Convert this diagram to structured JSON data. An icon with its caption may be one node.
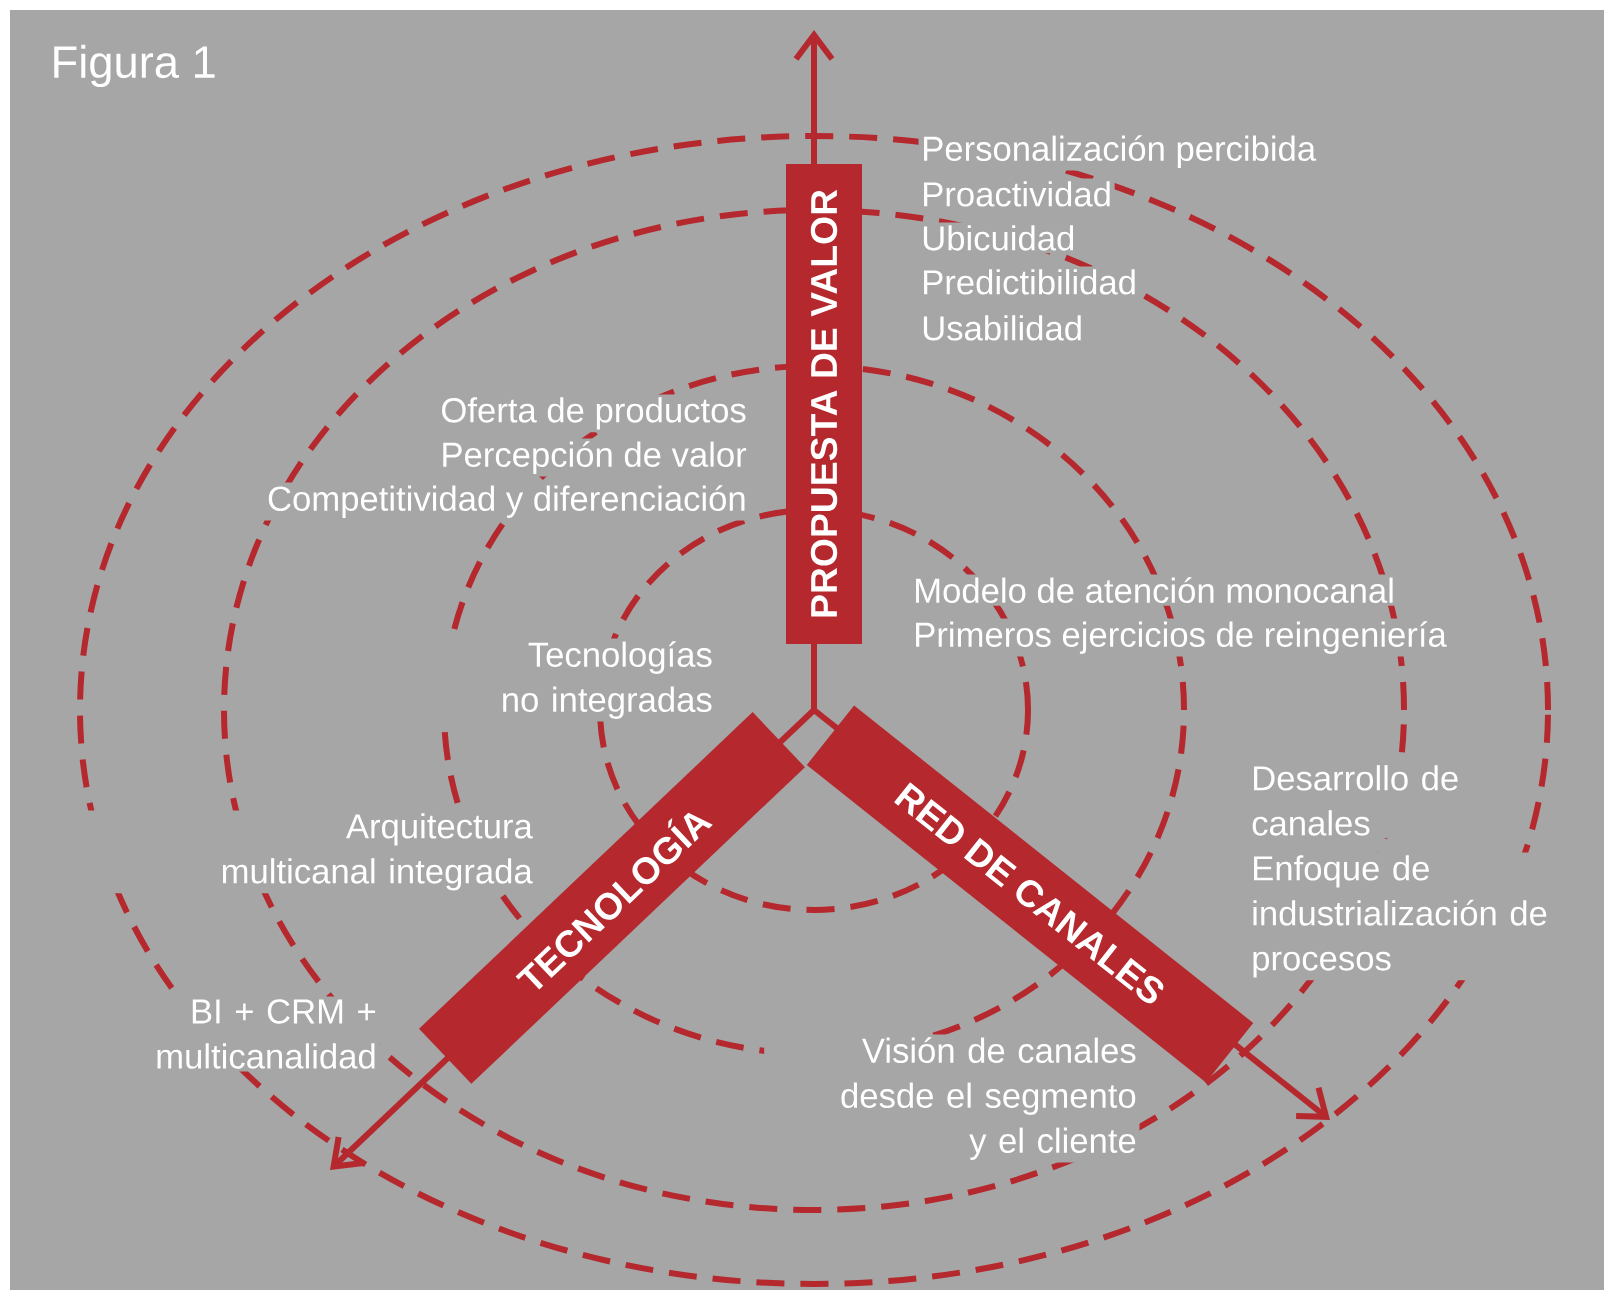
{
  "diagram": {
    "title": "Figura 1",
    "nodes": [
      {
        "text": [
          "PROPUESTA DE VALOR"
        ]
      },
      {
        "text": [
          "TECNOLOGÍA"
        ]
      },
      {
        "text": [
          "RED DE CANALES"
        ]
      }
    ],
    "labels": [
      "Personalización percibida",
      "Proactividad",
      "Ubicuidad",
      "Predictibilidad",
      "Usabilidad",
      "Oferta de productos",
      "Percepción de valor",
      "Competitividad y diferenciación",
      "Modelo de atención monocanal",
      "Primeros ejercicios de reingeniería",
      "Tecnologías no integradas",
      "Desarrollo de canales",
      "Arquitectura multicanal integrada",
      "Enfoque de industrialización de procesos",
      "BI + CRM + multicanalidad",
      "Visión de canales desde el segmento y el cliente"
    ]
  }
}
